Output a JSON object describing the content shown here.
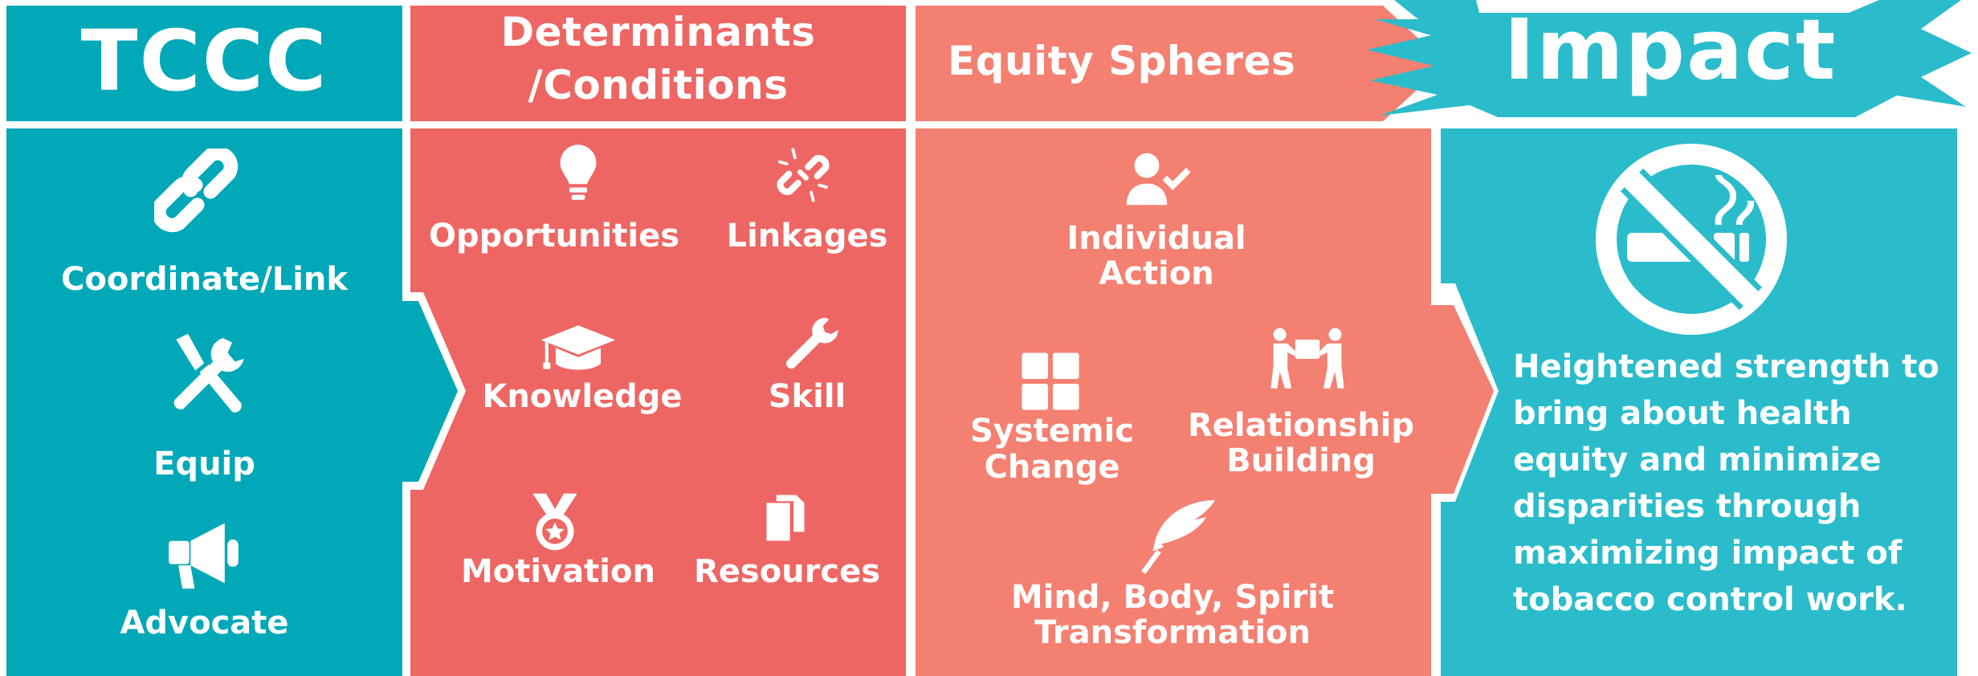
{
  "colors": {
    "teal": "#00A8B8",
    "teal_impact": "#2BBCCB",
    "coral": "#EE6663",
    "salmon": "#F48071",
    "divider": "#FFFFFF"
  },
  "tccc": {
    "header": "TCCC",
    "items": [
      {
        "label": "Coordinate/Link",
        "icon": "chain-link-icon"
      },
      {
        "label": "Equip",
        "icon": "tools-icon"
      },
      {
        "label": "Advocate",
        "icon": "megaphone-icon"
      }
    ]
  },
  "determinants": {
    "header_line1": "Determinants",
    "header_line2": "/Conditions",
    "items": [
      {
        "label": "Opportunities",
        "icon": "lightbulb-icon"
      },
      {
        "label": "Linkages",
        "icon": "broken-link-icon"
      },
      {
        "label": "Knowledge",
        "icon": "graduation-cap-icon"
      },
      {
        "label": "Skill",
        "icon": "wrench-icon"
      },
      {
        "label": "Motivation",
        "icon": "medal-icon"
      },
      {
        "label": "Resources",
        "icon": "documents-icon"
      }
    ]
  },
  "equity": {
    "header": "Equity Spheres",
    "items": [
      {
        "line1": "Individual",
        "line2": "Action",
        "icon": "user-check-icon"
      },
      {
        "line1": "Systemic",
        "line2": "Change",
        "icon": "grid-icon"
      },
      {
        "line1": "Relationship",
        "line2": "Building",
        "icon": "people-carrying-box-icon"
      },
      {
        "line1": "Mind, Body, Spirit",
        "line2": "Transformation",
        "icon": "feather-icon"
      }
    ]
  },
  "impact": {
    "header": "Impact",
    "icon": "no-smoking-icon",
    "lines": [
      "Heightened strength to",
      "bring about health",
      "equity and minimize",
      "disparities through",
      "maximizing impact of",
      "tobacco control work."
    ]
  }
}
